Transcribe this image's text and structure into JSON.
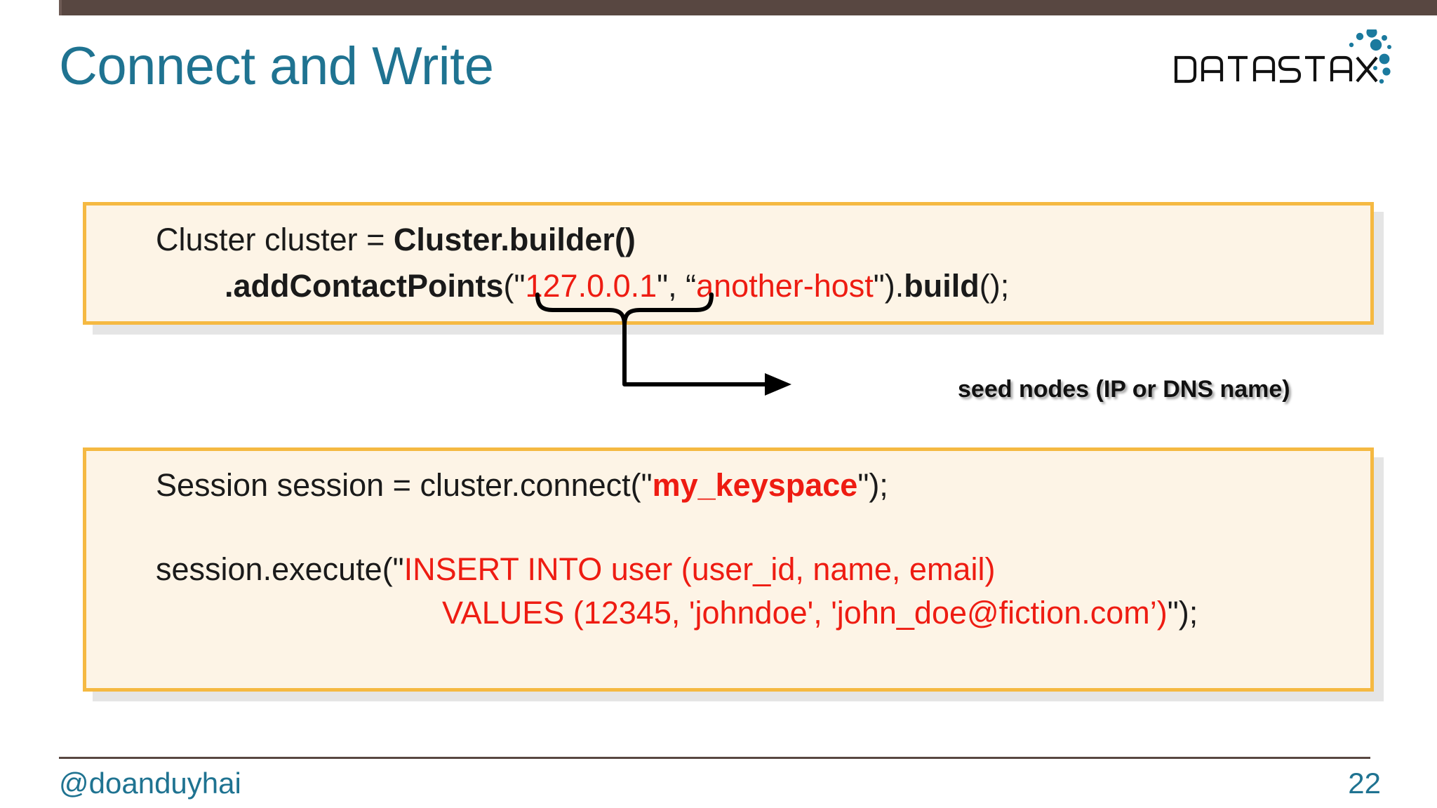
{
  "slide": {
    "title": "Connect and Write",
    "accent_color": "#1F7391",
    "bar_color": "#584741",
    "code_border_color": "#F5B942",
    "code_fill_color": "#FDF4E6",
    "code_highlight_color": "#EE1C12"
  },
  "logo": {
    "wordmark": "DATASTAX",
    "dot_color": "#1B7A9E",
    "text_color": "#111111"
  },
  "code_box_1": {
    "line1": {
      "plain_a": "Cluster cluster = ",
      "bold_a": "Cluster.builder()"
    },
    "line2": {
      "bold_a": ".addContactPoints",
      "plain_a": "(\"",
      "red_a": "127.0.0.1",
      "plain_b": "\", “",
      "red_b": "another-host",
      "plain_c": "\").",
      "bold_b": "build",
      "plain_d": "();"
    }
  },
  "annotation": {
    "label": "seed nodes (IP or DNS name)"
  },
  "code_box_2": {
    "line1": {
      "plain_a": "Session session = cluster.connect(\"",
      "red_bold_a": "my_keyspace",
      "plain_b": "\");"
    },
    "line2": {
      "plain_a": "session.execute(\"",
      "red_a": "INSERT INTO user (user_id, name, email)"
    },
    "line3": {
      "red_a": "VALUES (12345, 'johndoe', 'john_doe@fiction.com’)",
      "plain_a": "\");"
    }
  },
  "footer": {
    "handle": "@doanduyhai",
    "page_number": "22"
  }
}
